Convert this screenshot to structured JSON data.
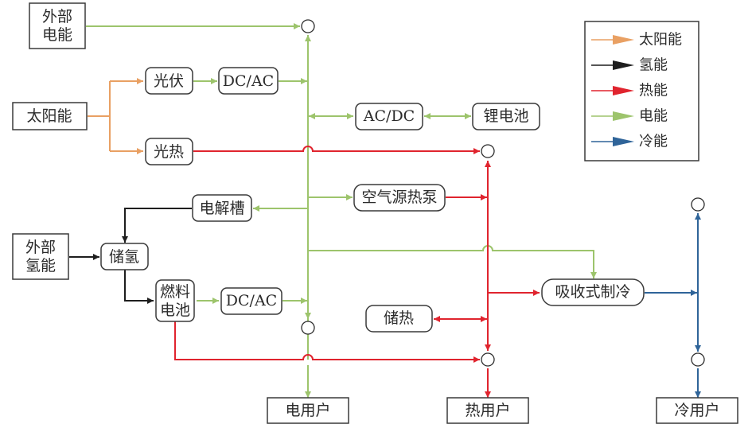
{
  "title": "综合能源系统能流示意图",
  "colors": {
    "solar": "#e9a063",
    "hydrogen": "#1e1e1e",
    "heat": "#e0242e",
    "electric": "#9dc46c",
    "cold": "#2f6499"
  },
  "sources": {
    "external_power": [
      "外部",
      "电能"
    ],
    "solar": "太阳能",
    "external_hydrogen": [
      "外部",
      "氢能"
    ]
  },
  "components": {
    "pv": "光伏",
    "dcac_pv": "DC/AC",
    "solar_thermal": "光热",
    "acdc": "AC/DC",
    "li_battery": "锂电池",
    "air_heat_pump": "空气源热泵",
    "electrolyzer": "电解槽",
    "h2_storage": "储氢",
    "fuel_cell": [
      "燃料",
      "电池"
    ],
    "dcac_fc": "DC/AC",
    "heat_storage": "储热",
    "absorption_chiller": "吸收式制冷"
  },
  "users": {
    "electric": "电用户",
    "heat": "热用户",
    "cold": "冷用户"
  },
  "legend": [
    {
      "label": "太阳能",
      "key": "solar"
    },
    {
      "label": "氢能",
      "key": "hydrogen"
    },
    {
      "label": "热能",
      "key": "heat"
    },
    {
      "label": "电能",
      "key": "electric"
    },
    {
      "label": "冷能",
      "key": "cold"
    }
  ]
}
